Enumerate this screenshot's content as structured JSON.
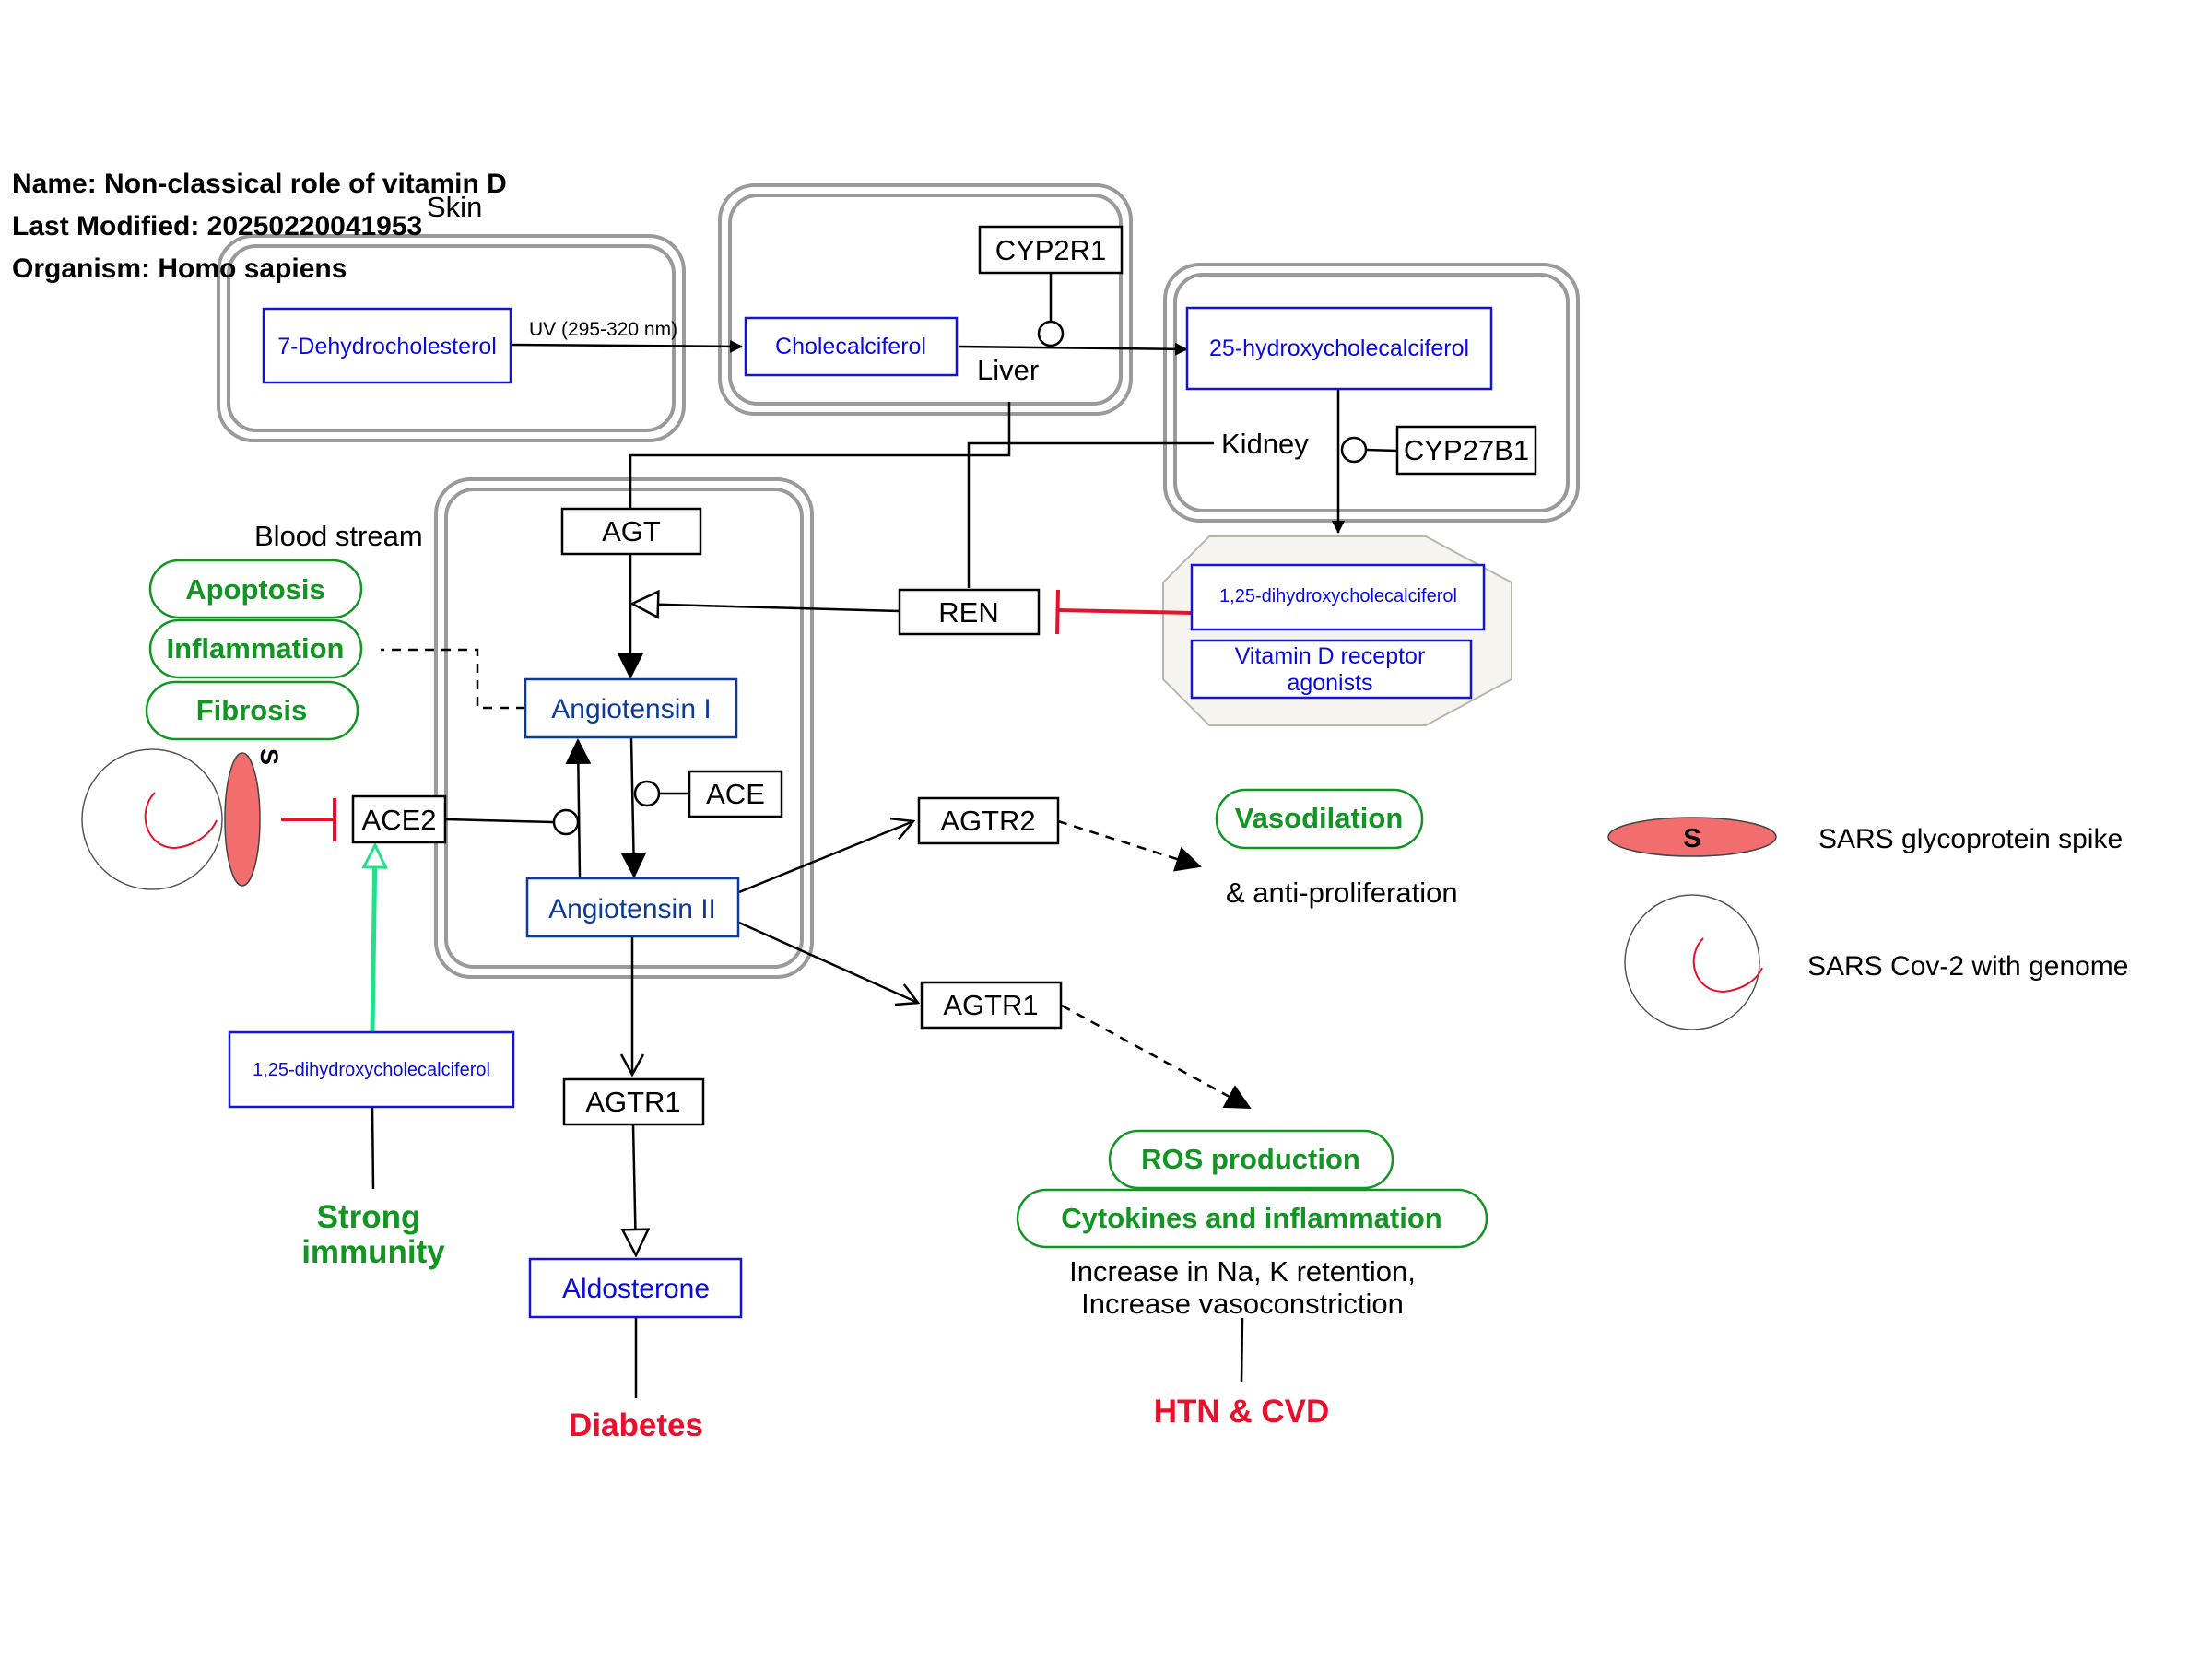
{
  "header": {
    "name": "Name: Non-classical role of vitamin D",
    "modified": "Last Modified: 20250220041953",
    "organism": "Organism: Homo sapiens"
  },
  "compartments": {
    "skin": "Skin",
    "liver": "Liver",
    "kidney": "Kidney",
    "blood": "Blood stream"
  },
  "metabolites": {
    "dehydro": "7-Dehydrocholesterol",
    "uv": "UV (295-320 nm)",
    "chole": "Cholecalciferol",
    "hydroxy25": "25-hydroxycholecalciferol",
    "dihydroxy_top": "1,25-dihydroxycholecalciferol",
    "vdr": "Vitamin D receptor agonists",
    "ang1": "Angiotensin I",
    "ang2": "Angiotensin II",
    "dihydroxy_bottom": "1,25-dihydroxycholecalciferol",
    "aldosterone": "Aldosterone"
  },
  "genes": {
    "cyp2r1": "CYP2R1",
    "cyp27b1": "CYP27B1",
    "agt": "AGT",
    "ren": "REN",
    "ace": "ACE",
    "ace2": "ACE2",
    "agtr2": "AGTR2",
    "agtr1_right": "AGTR1",
    "agtr1_bottom": "AGTR1"
  },
  "processes": {
    "apoptosis": "Apoptosis",
    "inflammation": "Inflammation",
    "fibrosis": "Fibrosis",
    "vasodilation": "Vasodilation",
    "ros": "ROS production",
    "cytokines": "Cytokines and inflammation"
  },
  "labels": {
    "antiprolif": "& anti-proliferation",
    "na_k_1": "Increase in Na, K retention,",
    "na_k_2": "Increase vasoconstriction",
    "spike_s": "S",
    "strong_1": "Strong",
    "strong_2": "immunity",
    "diabetes": "Diabetes",
    "htn": "HTN & CVD"
  },
  "legend": {
    "spike_symbol": "S",
    "spike": "SARS glycoprotein spike",
    "virus": "SARS Cov-2 with genome"
  },
  "colors": {
    "metabolite": "#0a0ae0",
    "angiotensin": "#0b3a9a",
    "process": "#139524",
    "disease": "#e8102a",
    "inhibition": "#e8102a",
    "stimulation": "#22e08a",
    "spike": "#f26d6d",
    "compartment": "#9a9a9a"
  }
}
